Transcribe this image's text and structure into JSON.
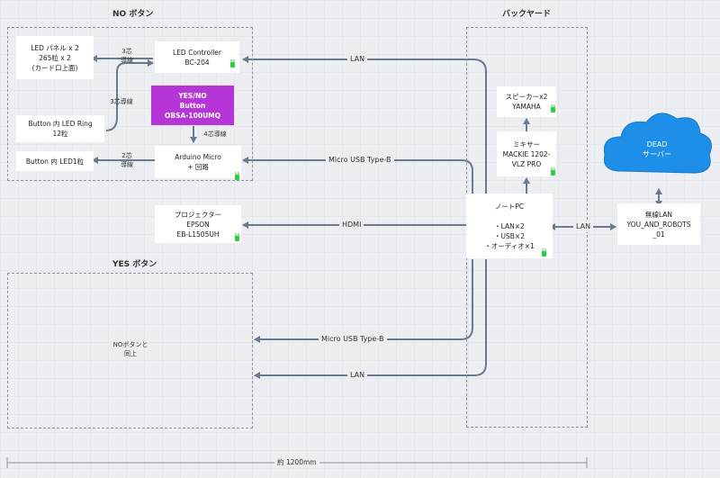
{
  "regions": {
    "no_button": {
      "title": "NO ボタン"
    },
    "backyard": {
      "title": "バックヤード"
    },
    "yes_button": {
      "title": "YES ボタン",
      "note": "NOボタンと\n同上"
    }
  },
  "nodes": {
    "led_panel": {
      "lines": [
        "LED パネル x 2",
        "265粒 x 2",
        "(カード口上面)"
      ]
    },
    "led_controller": {
      "lines": [
        "LED Controller",
        "BC-204"
      ]
    },
    "yes_no_button": {
      "lines": [
        "YES/NO",
        "Button",
        "OBSA-100UMQ"
      ]
    },
    "button_led_ring": {
      "lines": [
        "Button 内 LED Ring",
        "12粒"
      ]
    },
    "button_led1": {
      "lines": [
        "Button 内 LED1粒"
      ]
    },
    "arduino_micro": {
      "lines": [
        "Arduino Micro",
        "+ 回路"
      ]
    },
    "projector": {
      "lines": [
        "プロジェクター",
        "EPSON",
        "EB-L1505UH"
      ]
    },
    "speaker": {
      "lines": [
        "スピーカーx2",
        "YAMAHA"
      ]
    },
    "mixer": {
      "lines": [
        "ミキサー",
        "MACKIE 1202-",
        "VLZ PRO"
      ]
    },
    "note_pc": {
      "lines": [
        "ノートPC",
        "",
        "・LAN×2",
        "・USB×2",
        "・オーディオ×1"
      ]
    },
    "wireless_lan": {
      "lines": [
        "無線LAN",
        "YOU_AND_ROBOTS",
        "_01"
      ]
    },
    "dead_server": {
      "lines": [
        "DEAD",
        "サーバー"
      ]
    }
  },
  "connections": {
    "three_core_1": "3芯\n導線",
    "three_core_2": "3芯導線",
    "four_core": "4芯導線",
    "two_core": "2芯\n導線",
    "lan_top": "LAN",
    "usb_top": "Micro USB Type-B",
    "hdmi": "HDMI",
    "lan_wifi": "LAN",
    "usb_yes": "Micro USB Type-B",
    "lan_yes": "LAN"
  },
  "dimension": "約 1200mm",
  "colors": {
    "wire": "#6b7a8c",
    "accent_purple": "#b635d6",
    "plug_green": "#2ecc40",
    "cloud_blue": "#1e8fe8",
    "region_border": "#8a93a3"
  }
}
